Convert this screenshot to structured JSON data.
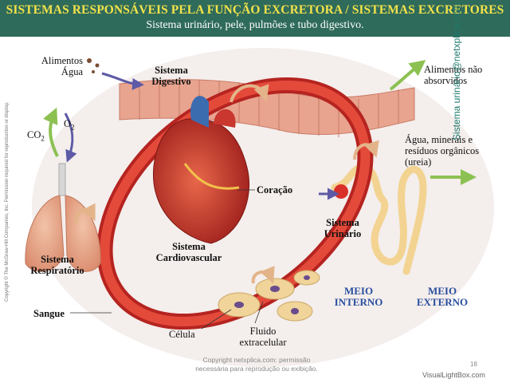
{
  "header": {
    "title": "SISTEMAS RESPONSÁVEIS PELA FUNÇÃO EXCRETORA / SISTEMAS EXCRETORES",
    "subtitle": "Sistema urinário, pele, pulmões e tubo digestivo."
  },
  "labels": {
    "alimentos_agua_1": "Alimentos",
    "alimentos_agua_2": "Água",
    "sistema_digestivo_1": "Sistema",
    "sistema_digestivo_2": "Digestivo",
    "alimentos_nao_absorvidos_1": "Alimentos não",
    "alimentos_nao_absorvidos_2": "absorvidos",
    "agua_minerais_1": "Água, minerais e",
    "agua_minerais_2": "resíduos orgânicos",
    "agua_minerais_3": "(ureia)",
    "co2": "CO",
    "co2_sub": "2",
    "o2": "O",
    "o2_sub": "2",
    "coracao": "Coração",
    "sistema_urinario_1": "Sistema",
    "sistema_urinario_2": "Urinário",
    "sistema_respiratorio_1": "Sistema",
    "sistema_respiratorio_2": "Respiratório",
    "sistema_cardiovascular_1": "Sistema",
    "sistema_cardiovascular_2": "Cardiovascular",
    "meio_interno_1": "MEIO",
    "meio_interno_2": "INTERNO",
    "meio_externo_1": "MEIO",
    "meio_externo_2": "EXTERNO",
    "sangue": "Sangue",
    "celula": "Célula",
    "fluido_1": "Fluido",
    "fluido_2": "extracelular"
  },
  "side_text": {
    "right": "Sistema urinário@netxplica.com",
    "left": "Copyright © The McGraw-Hill Companies, Inc. Permission required for reproduction or display."
  },
  "footer": {
    "line1": "Copyright netxplica.com: permissão",
    "line2": "necessária para reprodução ou exibição.",
    "page_number": "18",
    "watermark": "VisualLightBox.com"
  },
  "colors": {
    "header_bg": "#2f6b5a",
    "title": "#f2e24a",
    "blood_loop": "#d9302a",
    "intestine": "#e8a48f",
    "urinary": "#f2d391",
    "arrow_green": "#8cc152",
    "arrow_purple": "#5d5aa6",
    "meio_text": "#2a4f9e"
  }
}
